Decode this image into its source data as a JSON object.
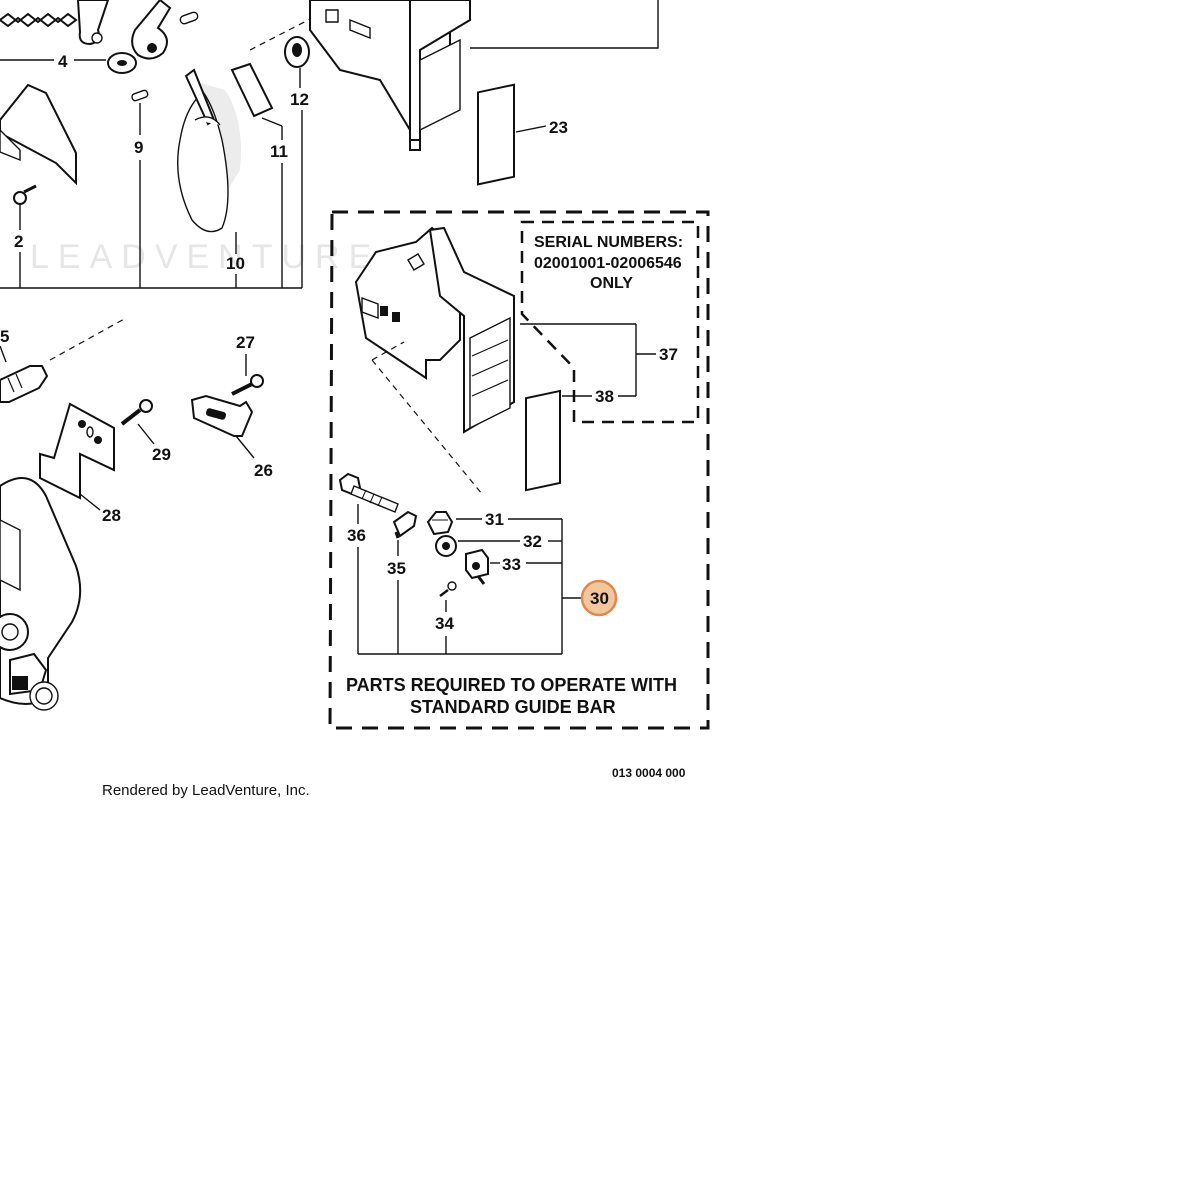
{
  "watermark": {
    "text": "LEADVENTURE"
  },
  "callouts": {
    "c2": "2",
    "c4": "4",
    "c9": "9",
    "c10": "10",
    "c11": "11",
    "c12": "12",
    "c23": "23",
    "c25": "5",
    "c26": "26",
    "c27": "27",
    "c28": "28",
    "c29": "29",
    "c30": "30",
    "c31": "31",
    "c32": "32",
    "c33": "33",
    "c34": "34",
    "c35": "35",
    "c36": "36",
    "c37": "37",
    "c38": "38"
  },
  "serial_box": {
    "line1": "SERIAL NUMBERS:",
    "line2": "02001001-02006546",
    "line3": "ONLY"
  },
  "parts_note": {
    "line1": "PARTS REQUIRED TO OPERATE WITH",
    "line2": "STANDARD GUIDE BAR"
  },
  "reference_code": "013 0004 000",
  "credit": "Rendered by LeadVenture, Inc.",
  "colors": {
    "highlight_fill": "#f2c7a0",
    "highlight_stroke": "#e0894a",
    "line": "#111111"
  }
}
